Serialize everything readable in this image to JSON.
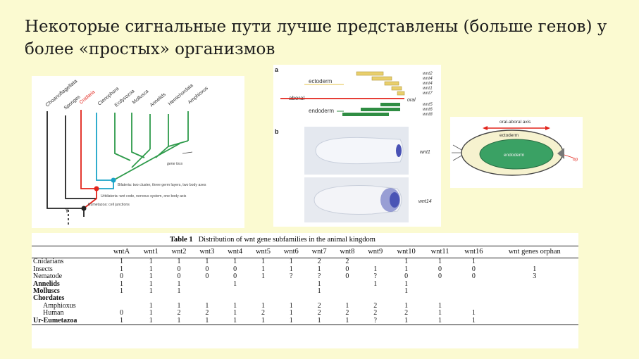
{
  "slide": {
    "title": "Некоторые сигнальные пути лучше представлены (больше генов) у более «простых» организмов"
  },
  "tree": {
    "taxa": [
      "Choanoflagellata",
      "Sponges",
      "Cnidaria",
      "Ctenophora",
      "Ecdysozoa",
      "Mollusca",
      "Annelids",
      "Hemichordata",
      "Amphioxus"
    ],
    "node_labels": [
      "Bilateria: two cluster, three germ layers, two body axes",
      "Urbilateria: wnt code, nervous system, one body axis",
      "Eumetazoa: cell junctions"
    ],
    "branch_note": "gene loss",
    "root_mark": "Y"
  },
  "expression": {
    "panel_a": "a",
    "panel_b": "b",
    "ectoderm": "ectoderm",
    "endoderm": "endoderm",
    "aboral": "aboral",
    "oral": "oral",
    "ecto_genes": [
      "wnt2",
      "wnt4",
      "wnt4",
      "wnt1",
      "wnt7"
    ],
    "endo_genes": [
      "wnt5",
      "wnt6",
      "wnt8"
    ],
    "img1_label": "wnt1",
    "img2_label": "wnt14"
  },
  "embryo": {
    "axis": "oral-aboral axis",
    "ectoderm": "ectoderm",
    "endoderm": "endoderm",
    "bp": "bp"
  },
  "table": {
    "caption_num": "Table 1",
    "caption_text": "Distribution of wnt gene subfamilies in the animal kingdom",
    "headers": [
      "",
      "wntA",
      "wnt1",
      "wnt2",
      "wnt3",
      "wnt4",
      "wnt5",
      "wnt6",
      "wnt7",
      "wnt8",
      "wnt9",
      "wnt10",
      "wnt11",
      "wnt16",
      "wnt genes orphan"
    ],
    "rows": [
      {
        "name": "Cnidarians",
        "cells": [
          "1",
          "1",
          "1",
          "1",
          "1",
          "1",
          "1",
          "2",
          "2",
          "",
          "1",
          "1",
          "1",
          ""
        ]
      },
      {
        "name": "Insects",
        "cells": [
          "1",
          "1",
          "0",
          "0",
          "0",
          "1",
          "1",
          "1",
          "0",
          "1",
          "1",
          "0",
          "0",
          "1"
        ]
      },
      {
        "name": "Nematode",
        "cells": [
          "0",
          "1",
          "0",
          "0",
          "0",
          "1",
          "?",
          "?",
          "0",
          "?",
          "0",
          "0",
          "0",
          "3"
        ]
      },
      {
        "name": "Annelids",
        "cells": [
          "1",
          "1",
          "1",
          "",
          "1",
          "",
          "",
          "1",
          "",
          "1",
          "1",
          "",
          "",
          ""
        ]
      },
      {
        "name": "Molluscs",
        "cells": [
          "1",
          "1",
          "1",
          "",
          "",
          "",
          "",
          "1",
          "",
          "",
          "1",
          "",
          "",
          ""
        ]
      },
      {
        "name": "Chordates",
        "cells": [
          "",
          "",
          "",
          "",
          "",
          "",
          "",
          "",
          "",
          "",
          "",
          "",
          "",
          ""
        ]
      },
      {
        "name": "Amphioxus",
        "cells": [
          "",
          "1",
          "1",
          "1",
          "1",
          "1",
          "1",
          "2",
          "1",
          "2",
          "1",
          "1",
          "",
          ""
        ]
      },
      {
        "name": "Human",
        "cells": [
          "0",
          "1",
          "2",
          "2",
          "1",
          "2",
          "1",
          "2",
          "2",
          "2",
          "2",
          "1",
          "1",
          ""
        ]
      },
      {
        "name": "Ur-Eumetazoa",
        "cells": [
          "1",
          "1",
          "1",
          "1",
          "1",
          "1",
          "1",
          "1",
          "1",
          "?",
          "1",
          "1",
          "1",
          ""
        ]
      }
    ]
  },
  "colors": {
    "background": "#fbfad1",
    "red": "#e2231a",
    "cyan": "#1aa3c8",
    "green": "#2d9a4a",
    "ecto_bar": "#e9cf6c",
    "endo_bar": "#2f8d43"
  }
}
